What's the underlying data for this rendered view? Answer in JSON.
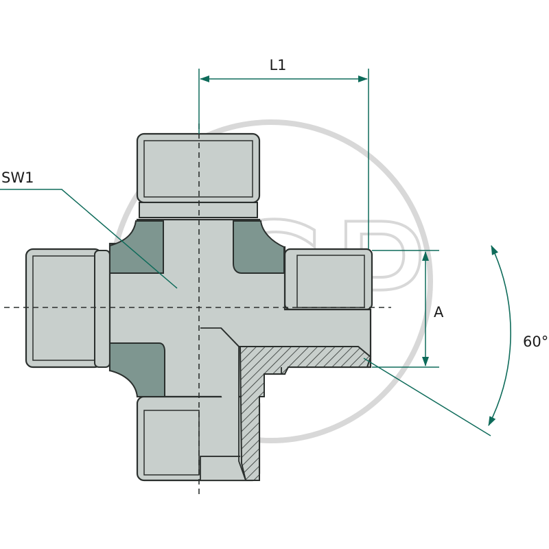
{
  "labels": {
    "dim_length": "L1",
    "dim_width_across_flats": "SW1",
    "dim_offset": "A",
    "dim_angle": "60°"
  },
  "watermark": {
    "text": "AGP"
  },
  "colors": {
    "body_fill": "#c8cfcc",
    "body_shade": "#7e9690",
    "outline": "#2a2f2d",
    "dimension": "#0e6b5a",
    "watermark": "#d8d8d8"
  }
}
